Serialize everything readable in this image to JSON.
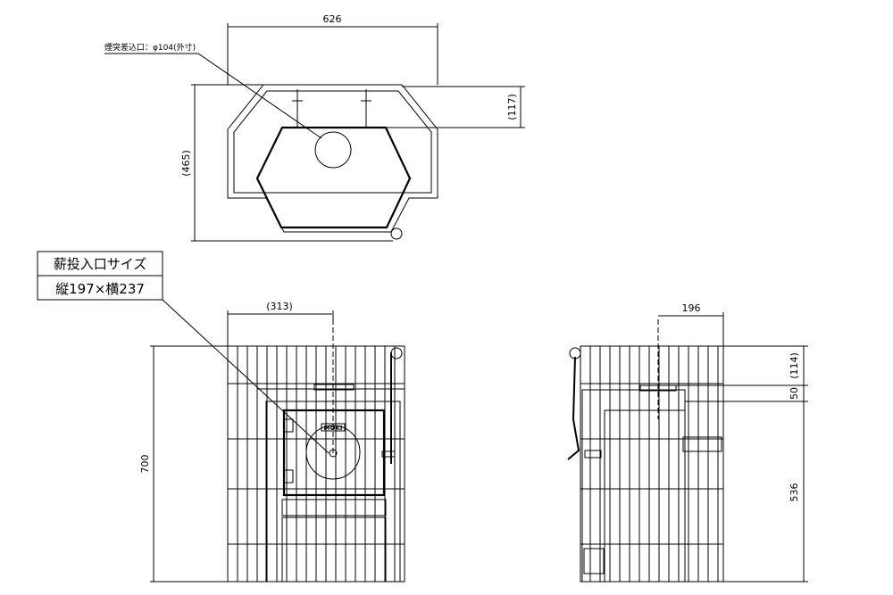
{
  "top_view": {
    "width_dim": "626",
    "depth_dim": "(465)",
    "flue_offset_dim": "(117)",
    "flue_label": "煙突差込口：φ104(外寸)"
  },
  "front_view": {
    "feed_box_title": "薪投入口サイズ",
    "feed_box_size": "縦197×横237",
    "flue_offset_dim": "(313)",
    "height_dim": "700",
    "brand": "MOKI"
  },
  "side_view": {
    "flue_depth_dim": "196",
    "top_dim": "(114)",
    "mid_dim": "50",
    "body_dim": "536"
  }
}
